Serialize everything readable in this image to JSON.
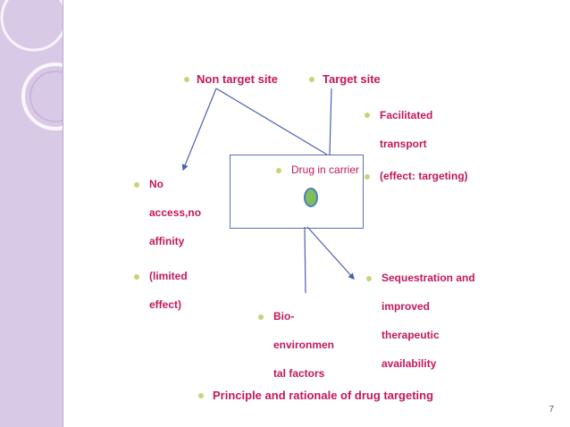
{
  "labels": {
    "non_target_site": "Non target site",
    "target_site": "Target site",
    "facilitated_1": "Facilitated",
    "facilitated_2": "transport",
    "facilitated_3": "(effect: targeting)",
    "drug_in_carrier": "Drug in carrier",
    "no_access_1": "No",
    "no_access_2": "access,no",
    "no_access_3": "affinity",
    "limited_1": "(limited",
    "limited_2": "effect)",
    "sequestration_1": "Sequestration and",
    "sequestration_2": "improved",
    "sequestration_3": "therapeutic",
    "sequestration_4": "availability",
    "bio_1": "Bio-",
    "bio_2": "environmen",
    "bio_3": "tal factors",
    "caption": "Principle and rationale of drug targeting"
  },
  "page_number": "7",
  "colors": {
    "text": "#c2185b",
    "bullet": "#c9d27c",
    "line": "#4a5fb3",
    "sidebar": "#d8c9e6",
    "drug": "#7fbf5a"
  }
}
